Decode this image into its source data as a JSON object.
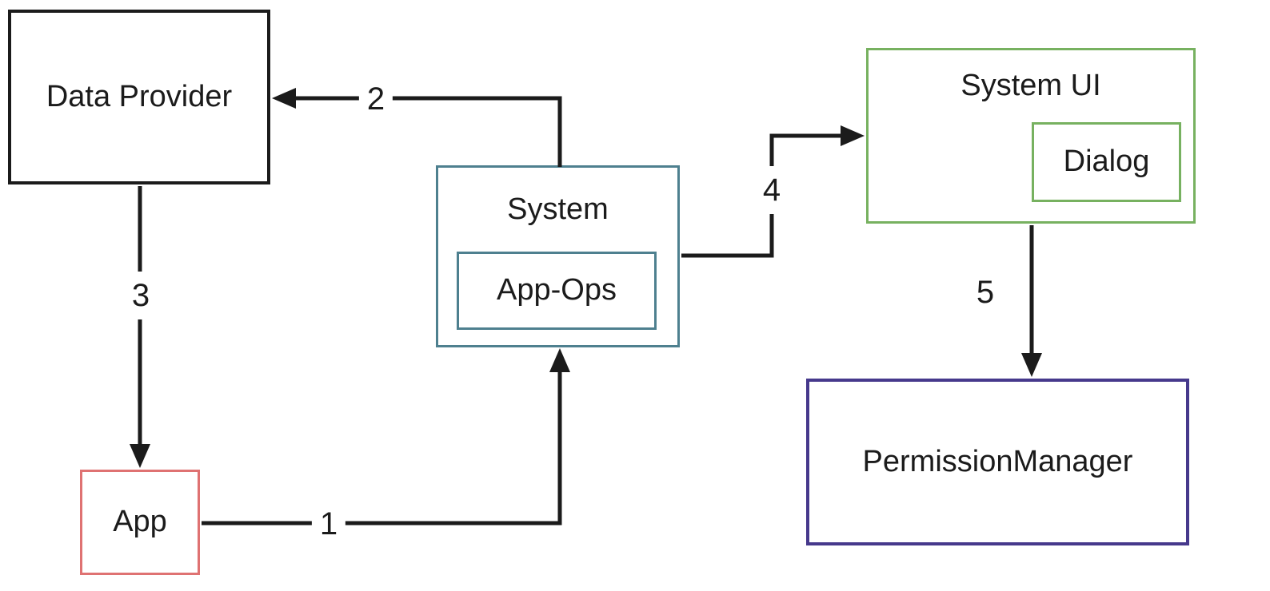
{
  "diagram": {
    "nodes": {
      "data_provider": {
        "label": "Data Provider"
      },
      "system": {
        "label": "System"
      },
      "app_ops": {
        "label": "App-Ops"
      },
      "system_ui": {
        "label": "System UI"
      },
      "dialog": {
        "label": "Dialog"
      },
      "permission_manager": {
        "label": "PermissionManager"
      },
      "app": {
        "label": "App"
      }
    },
    "edges": {
      "e1": {
        "label": "1",
        "from": "App",
        "to": "System"
      },
      "e2": {
        "label": "2",
        "from": "System",
        "to": "Data Provider"
      },
      "e3": {
        "label": "3",
        "from": "Data Provider",
        "to": "App"
      },
      "e4": {
        "label": "4",
        "from": "System",
        "to": "System UI"
      },
      "e5": {
        "label": "5",
        "from": "System UI",
        "to": "PermissionManager"
      }
    }
  },
  "colors": {
    "line_color": "#1b1b1b",
    "system_border": "#4e808f",
    "system_ui_border": "#77b160",
    "permission_border": "#46398c",
    "app_border": "#df7272"
  }
}
